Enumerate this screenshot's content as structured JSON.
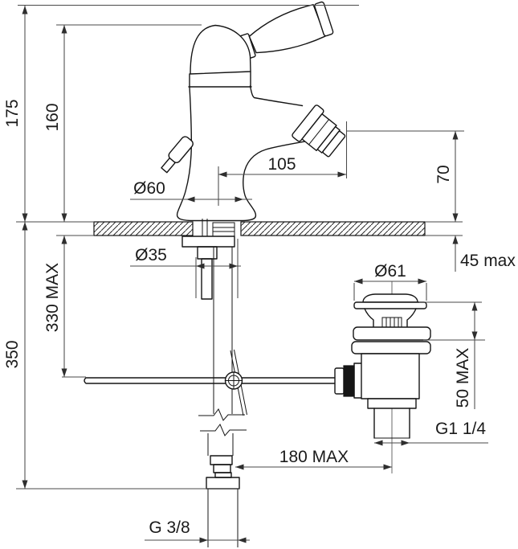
{
  "drawing": {
    "kind": "technical dimension drawing",
    "subject": "single-lever bidet mixer with pop-up waste, side view installation dimensions",
    "colors": {
      "line": "#151515",
      "dimension_line": "#4a4a4a",
      "background": "#ffffff"
    }
  },
  "labels": {
    "dim_total_height": "175",
    "dim_spout_height": "160",
    "dim_reach": "105",
    "dim_spout_to_deck": "70",
    "dim_base_dia": "Ø60",
    "dim_shank_dia": "Ø35",
    "dim_deck_max": "45 max",
    "dim_rod_depth": "330 MAX",
    "dim_under_height": "350",
    "dim_waste_dia": "Ø61",
    "dim_waste_clamp": "50 MAX",
    "dim_waste_thread": "G1 1/4",
    "dim_rod_reach": "180 MAX",
    "dim_supply_thread": "G 3/8"
  }
}
